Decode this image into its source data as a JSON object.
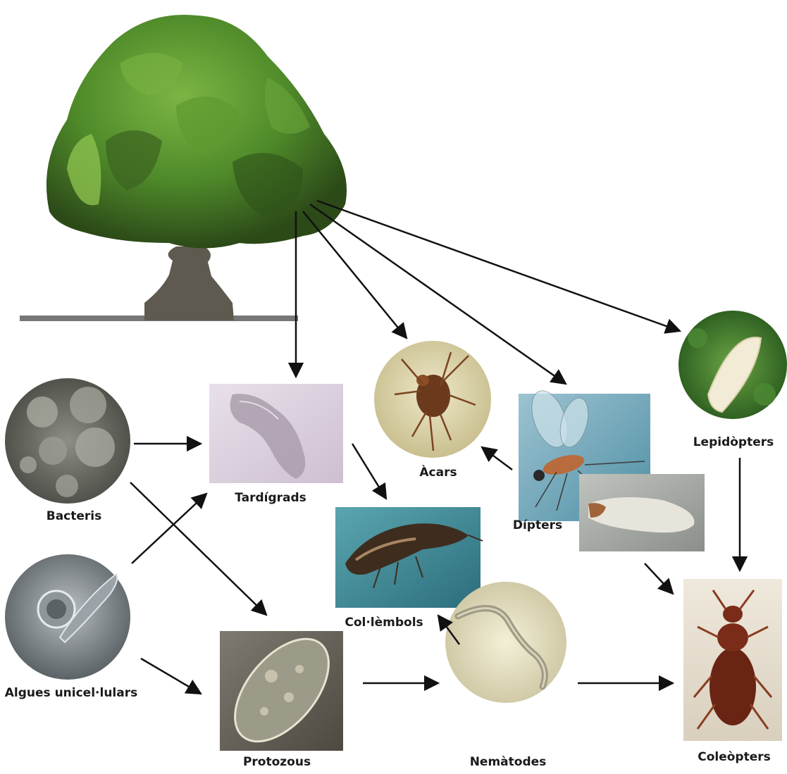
{
  "labels": {
    "bacteris": "Bacteris",
    "algues": "Algues unicel·lulars",
    "tardigrads": "Tardígrads",
    "protozous": "Protozous",
    "acars": "Àcars",
    "colembols": "Col·lèmbols",
    "dipters": "Dípters",
    "nematodes": "Nemàtodes",
    "lepidopters": "Lepidòpters",
    "coleopters": "Coleòpters"
  },
  "colors": {
    "moss_dark": "#3f6a22",
    "moss_light": "#6fa83a",
    "arrow": "#111111",
    "background": "#ffffff"
  }
}
